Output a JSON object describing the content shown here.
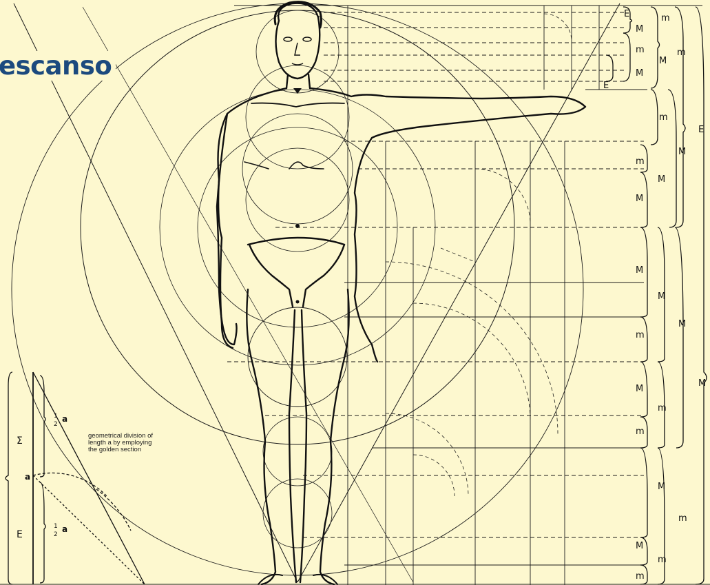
{
  "title": "escanso",
  "caption": {
    "line1": "geometrical division of",
    "line2": "length a by employing",
    "line3": "the golden section"
  },
  "inset_labels": {
    "sigma": "Σ",
    "a": "a",
    "epsilon": "E",
    "half_numerator": "1",
    "half_denominator": "2",
    "half_a": "a"
  },
  "bracket_labels": {
    "minor": "m",
    "major": "M",
    "E": "E",
    "sigma": "Σ"
  },
  "colors": {
    "background": "#fdf8cf",
    "ink": "#1a1a1a",
    "title": "#1c4a7e"
  }
}
